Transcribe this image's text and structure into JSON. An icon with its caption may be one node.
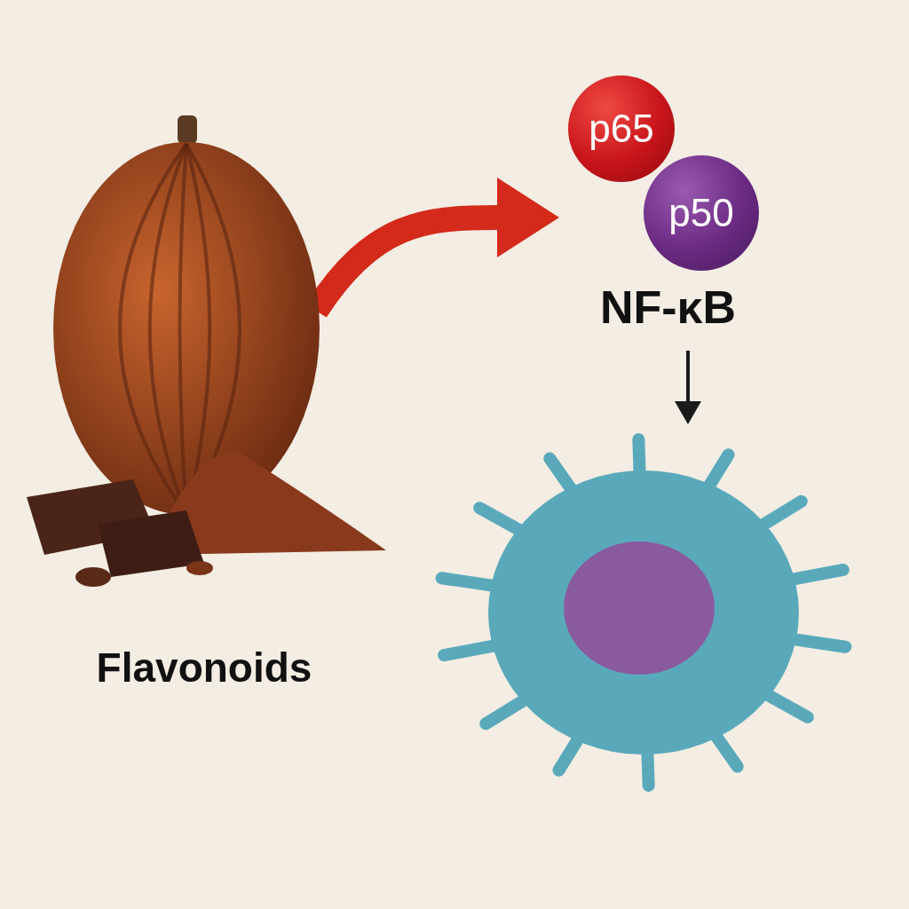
{
  "diagram": {
    "nodes": [
      {
        "text": [
          "Flavonoids"
        ]
      },
      {
        "text": [
          "NF-κB"
        ]
      },
      {
        "text": [
          "p65"
        ],
        "in": 1
      },
      {
        "text": [
          "p50"
        ],
        "in": 1
      },
      {
        "text": [],
        "shape": "picture"
      }
    ],
    "edges": [
      {
        "from": 0,
        "to": 1,
        "arrow": "to",
        "style": "thick",
        "color": "#d42a1c"
      },
      {
        "from": 1,
        "to": 4,
        "arrow": "to",
        "color": "#1a1a1a"
      }
    ]
  }
}
